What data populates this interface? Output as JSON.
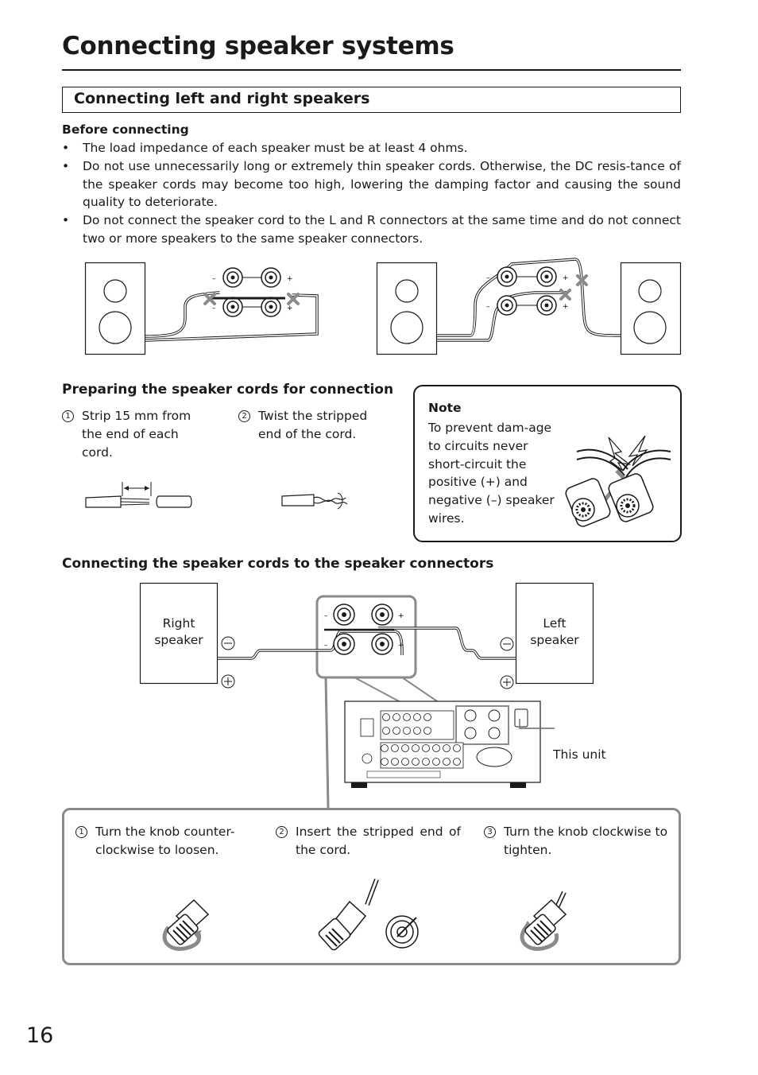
{
  "page": {
    "title": "Connecting speaker systems",
    "number": "16"
  },
  "section": {
    "title": "Connecting left and right speakers"
  },
  "before_connecting": {
    "heading": "Before connecting",
    "bullets": [
      "The load impedance of each speaker must be at least 4 ohms.",
      "Do not use unnecessarily long or extremely thin speaker cords. Otherwise, the DC resis-tance of the speaker cords may become too high, lowering the damping factor and causing the sound quality to deteriorate.",
      "Do not connect the speaker cord to the L and R connectors at the same time and do not connect two or more speakers to the same speaker connectors."
    ]
  },
  "preparing": {
    "heading": "Preparing the speaker cords for connection",
    "steps": [
      {
        "num": "1",
        "text": "Strip 15 mm from the end of each cord."
      },
      {
        "num": "2",
        "text": "Twist the stripped end of the cord."
      }
    ]
  },
  "note": {
    "heading": "Note",
    "text": "To prevent dam-age to circuits never short-circuit the positive (+) and negative (–) speaker wires."
  },
  "connecting": {
    "heading": "Connecting the speaker cords to the speaker connectors",
    "right_speaker": "Right speaker",
    "left_speaker": "Left speaker",
    "this_unit": "This unit",
    "steps": [
      {
        "num": "1",
        "text": "Turn the knob counter-clockwise to loosen."
      },
      {
        "num": "2",
        "text": "Insert the stripped end of the cord."
      },
      {
        "num": "3",
        "text": "Turn the knob clockwise to tighten."
      }
    ]
  },
  "terminal_marks": {
    "minus": "–",
    "plus": "+"
  },
  "colors": {
    "text": "#1a1a1a",
    "frame_gray": "#8a8a8a",
    "wire_gray": "#7a7a7a"
  }
}
